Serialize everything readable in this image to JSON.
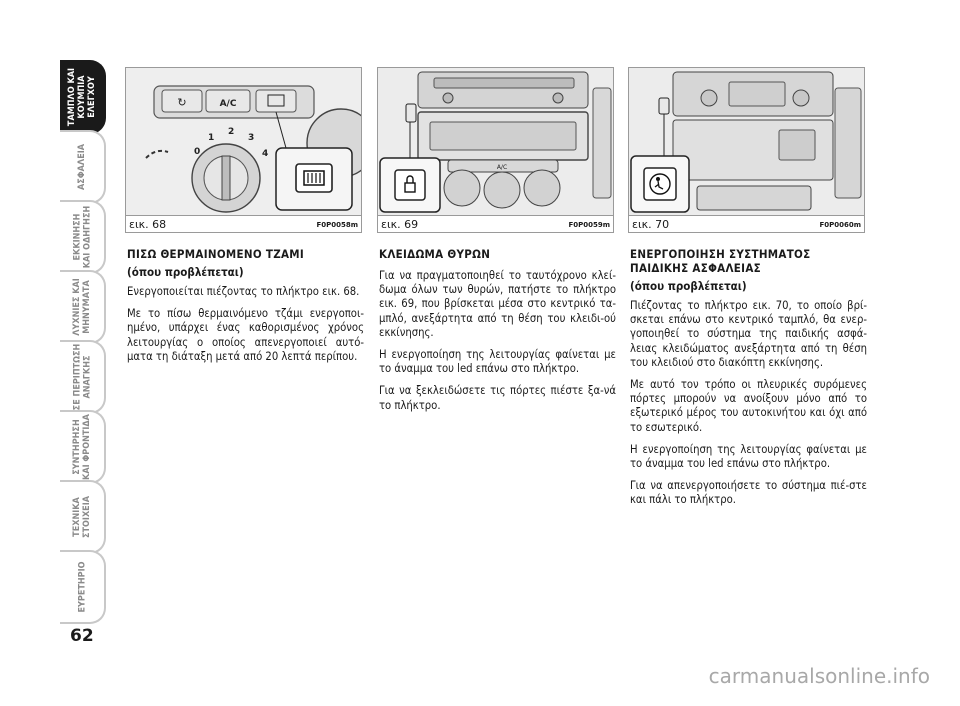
{
  "sidebar": {
    "tabs": [
      {
        "label": "ΤΑΜΠΛΟ ΚΑΙ\nΚΟΥΜΠΙΑ\nΕΛΕΓΧΟΥ",
        "active": true
      },
      {
        "label": "ΑΣΦΑΛΕΙΑ",
        "active": false
      },
      {
        "label": "ΕΚΚΙΝΗΣΗ\nΚΑΙ ΟΔΗΓΗΣΗ",
        "active": false
      },
      {
        "label": "ΛΥΧΝΙΕΣ ΚΑΙ\nΜΗΝΥΜΑΤΑ",
        "active": false
      },
      {
        "label": "ΣΕ ΠΕΡΙΠΤΩΣΗ\nΑΝΑΓΚΗΣ",
        "active": false
      },
      {
        "label": "ΣΥΝΤΗΡΗΣΗ\nΚΑΙ ΦΡΟΝΤΙΔΑ",
        "active": false
      },
      {
        "label": "ΤΕΧΝΙΚΑ\nΣΤΟΙΧΕΙΑ",
        "active": false
      },
      {
        "label": "ΕΥΡΕΤΗΡΙΟ",
        "active": false
      }
    ]
  },
  "page_number": "62",
  "figures": [
    {
      "label": "εικ. 68",
      "code": "F0P0058m",
      "ac_label": "A/C",
      "dial_marks": [
        "0",
        "1",
        "2",
        "3",
        "4"
      ]
    },
    {
      "label": "εικ. 69",
      "code": "F0P0059m",
      "ac_label": "A/C"
    },
    {
      "label": "εικ. 70",
      "code": "F0P0060m"
    }
  ],
  "columns": [
    {
      "heading": "ΠΙΣΩ ΘΕΡΜΑΙΝΟΜΕΝΟ ΤΖΑΜΙ",
      "sub": "(όπου προβλέπεται)",
      "paragraphs": [
        "Ενεργοποιείται πιέζοντας το πλήκτρο εικ. 68.",
        "Με το πίσω θερμαινόμενο τζάμι ενεργοποι-ημένο, υπάρχει ένας καθορισμένος χρόνος λειτουργίας ο οποίος απενεργοποιεί αυτό-ματα τη διάταξη μετά από 20 λεπτά περίπου."
      ]
    },
    {
      "heading": "ΚΛΕΙΔΩΜΑ ΘΥΡΩΝ",
      "sub": "",
      "paragraphs": [
        "Για να πραγματοποιηθεί το ταυτόχρονο κλεί-δωμα όλων των θυρών, πατήστε το πλήκτρο εικ. 69, που βρίσκεται μέσα στο κεντρικό τα-μπλό, ανεξάρτητα από τη θέση του κλειδι-ού εκκίνησης.",
        "Η ενεργοποίηση της λειτουργίας φαίνεται με το άναμμα του led επάνω στο πλήκτρο.",
        "Για να ξεκλειδώσετε τις πόρτες πιέστε ξα-νά το πλήκτρο."
      ]
    },
    {
      "heading": "ΕΝΕΡΓΟΠΟΙΗΣΗ ΣΥΣΤΗΜΑΤΟΣ ΠΑΙΔΙΚΗΣ ΑΣΦΑΛΕΙΑΣ",
      "sub": "(όπου προβλέπεται)",
      "paragraphs": [
        "Πιέζοντας το πλήκτρο εικ. 70, το οποίο βρί-σκεται επάνω στο κεντρικό ταμπλό, θα ενερ-γοποιηθεί το σύστημα της παιδικής ασφά-λειας κλειδώματος ανεξάρτητα από τη θέση του κλειδιού στο διακόπτη εκκίνησης.",
        "Με αυτό τον τρόπο οι πλευρικές συρόμενες πόρτες μπορούν να ανοίξουν μόνο από το εξωτερικό μέρος του αυτοκινήτου και όχι από το εσωτερικό.",
        "Η ενεργοποίηση της λειτουργίας φαίνεται με το άναμμα του led επάνω στο πλήκτρο.",
        "Για να απενεργοποιήσετε το σύστημα πιέ-στε και πάλι το πλήκτρο."
      ]
    }
  ],
  "watermark": "carmanualsonline.info"
}
